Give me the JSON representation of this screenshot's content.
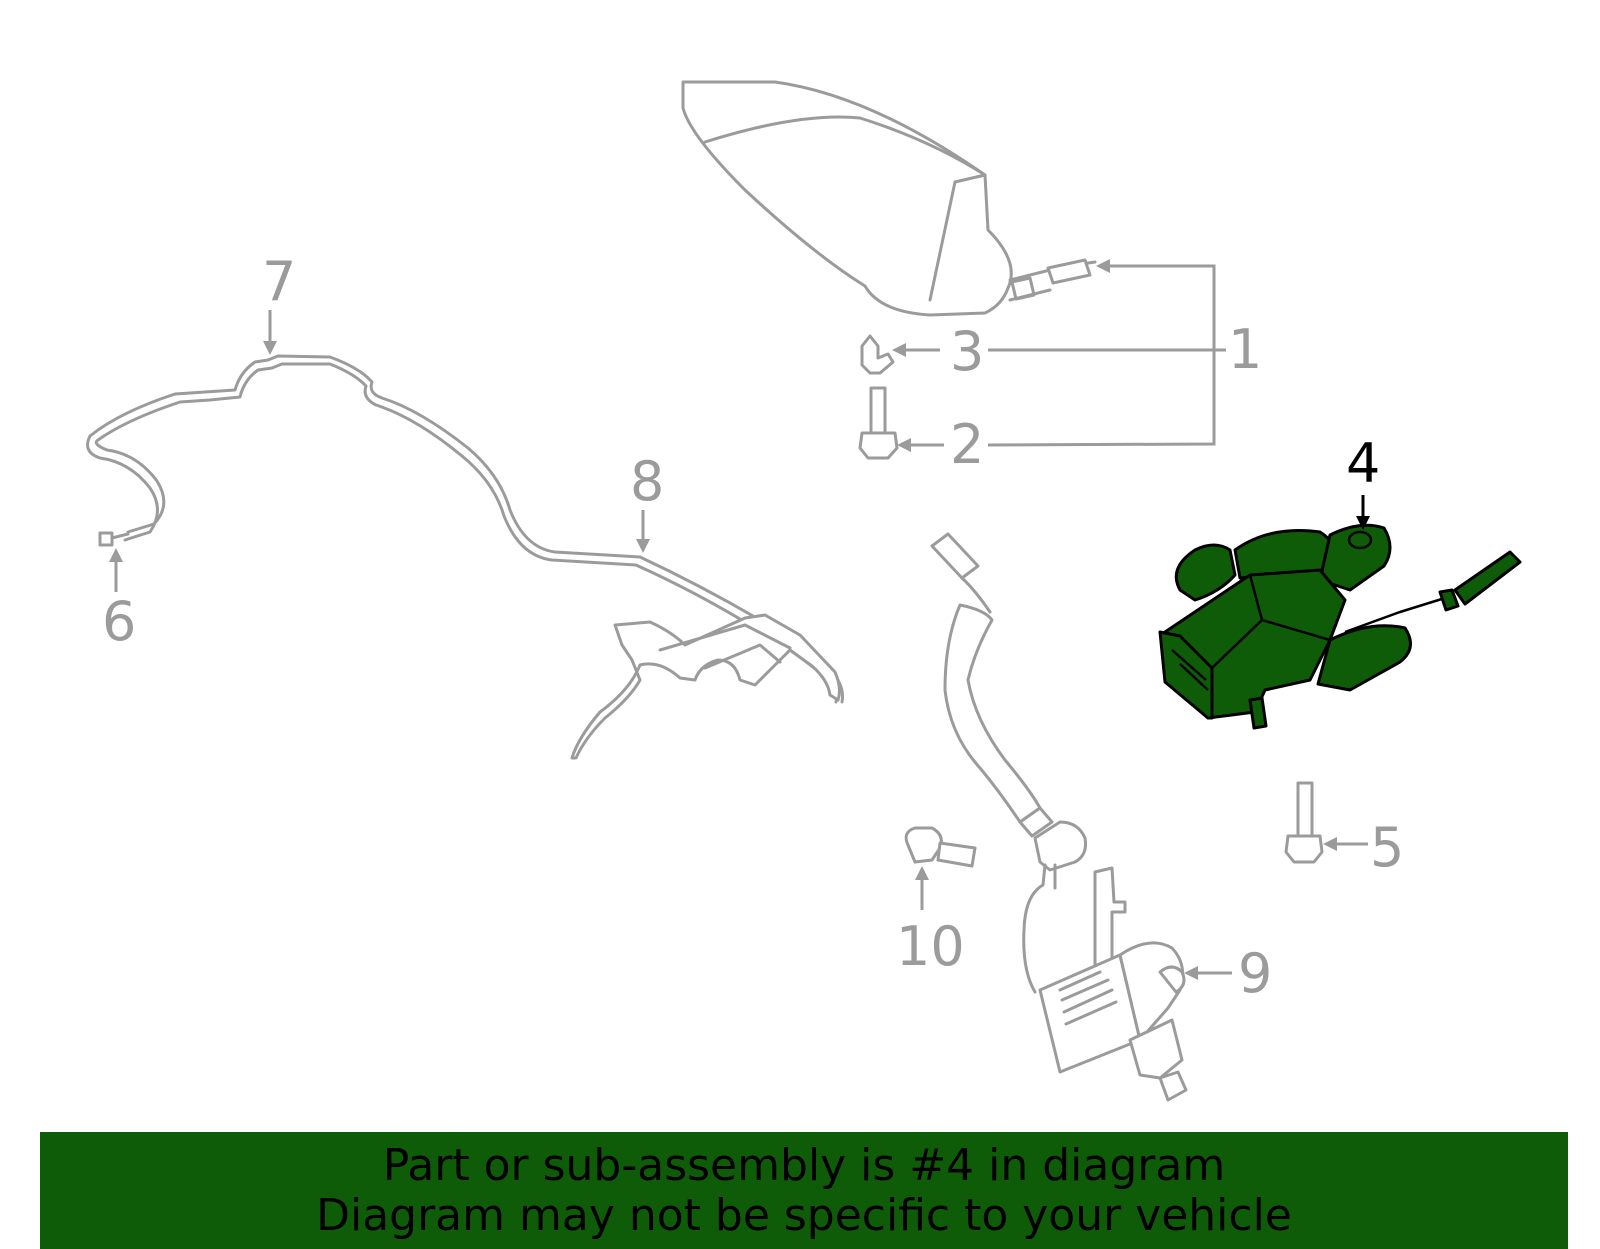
{
  "callouts": {
    "c1": "1",
    "c2": "2",
    "c3": "3",
    "c4": "4",
    "c5": "5",
    "c6": "6",
    "c7": "7",
    "c8": "8",
    "c9": "9",
    "c10": "10"
  },
  "highlight": {
    "part_number": "4",
    "fill_color": "#0f5c08"
  },
  "banner": {
    "line1": "Part or sub-assembly is #4 in diagram",
    "line2": "Diagram may not be specific to your vehicle",
    "background_color": "#0f5c08"
  }
}
